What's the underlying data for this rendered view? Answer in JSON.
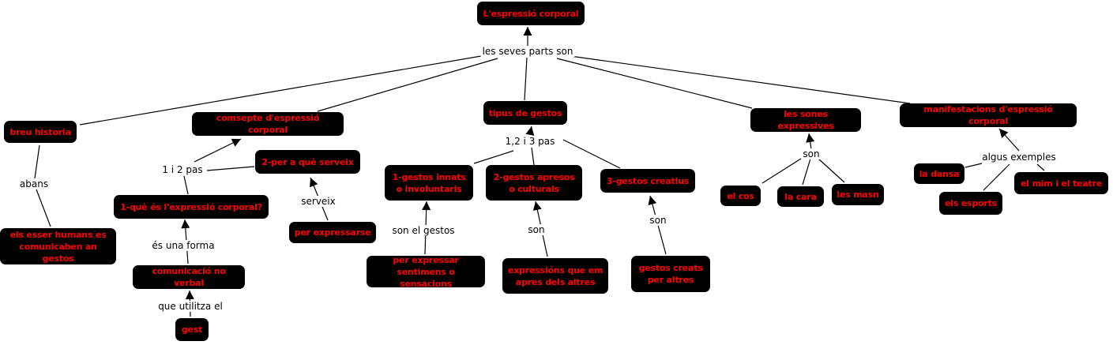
{
  "map": {
    "root": "L'espressió corporal",
    "concepts": {
      "root": "L'espressió corporal",
      "breu_historia": "breu historia",
      "comsepte": "comsepte d'espressió corporal",
      "tipus_gestos": "tipus de gestos",
      "sones_expressives": "les sones expressives",
      "manifestacions": "manifestacions d'espressió corporal",
      "esser_humans": "els esser humans es\ncomunicaben an gestos",
      "que_es": "1-què és l'expressió corporal?",
      "per_a_que": "2-per a què serveix",
      "per_expressarse": "per expressarse",
      "comunicacio": "comunicació no verbal",
      "gest": "gest",
      "gestos_innats": "1-gestos innats\no involuntaris",
      "gestos_apresos": "2-gestos apresos\no culturals",
      "gestos_creatius": "3-gestos creatius",
      "per_expressar": "per expressar\nsentimens o sensacions",
      "expressions": "expressións que em\napres dels altres",
      "gestos_creats": "gestos creats\nper altres",
      "el_cos": "el cos",
      "la_cara": "la cara",
      "les_masn": "les masn",
      "la_dansa": "la dansa",
      "els_esports": "els esports",
      "el_mim": "el mim i el teatre"
    },
    "linking_phrases": {
      "seves_parts": "les seves parts son",
      "abans": "abans",
      "u_i_dos_pas": "1 i 2 pas",
      "serveix": "serveix",
      "una_forma": "és una forma",
      "que_utilitza": "que utilitza el",
      "u_dos_tres_pas": "1,2 i 3 pas",
      "son_el_gestos": "son el gestos",
      "son_apresos": "son",
      "son_creatius": "son",
      "son_sones": "son",
      "algus_exemples": "algus exemples"
    }
  },
  "colors": {
    "concept_bg": "#000000",
    "concept_text": "#ff0000",
    "link_text": "#000000",
    "line": "#000000",
    "background": "#ffffff"
  }
}
